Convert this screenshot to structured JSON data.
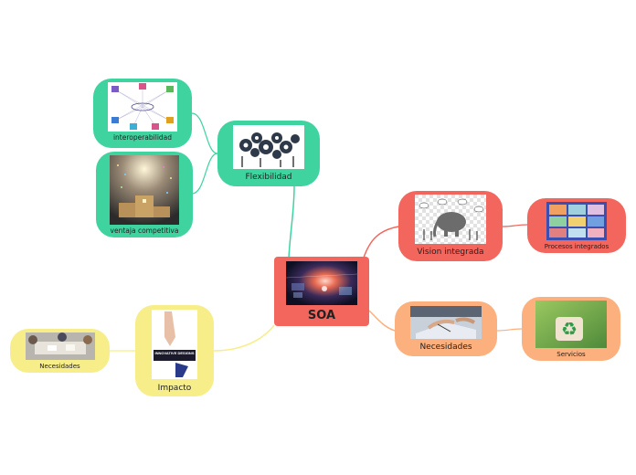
{
  "center": {
    "label": "SOA"
  },
  "nodes": {
    "flexibilidad": {
      "label": "Flexibilidad"
    },
    "interoperabilidad": {
      "label": "interoperabilidad"
    },
    "ventaja": {
      "label": "ventaja competitiva"
    },
    "vision": {
      "label": "Vision integrada"
    },
    "procesos": {
      "label": "Procesos integrados"
    },
    "necesidades_r": {
      "label": "Necesidades"
    },
    "servicios": {
      "label": "Servicios"
    },
    "impacto": {
      "label": "Impacto"
    },
    "necesidades_l": {
      "label": "Necesidades"
    }
  },
  "images": {
    "impacto_poster_text": "INNOVATIVE DESIGNS"
  },
  "colors": {
    "green": "#3fd3a0",
    "red": "#f2665e",
    "orange": "#fbb07e",
    "yellow": "#f7ee8a"
  }
}
